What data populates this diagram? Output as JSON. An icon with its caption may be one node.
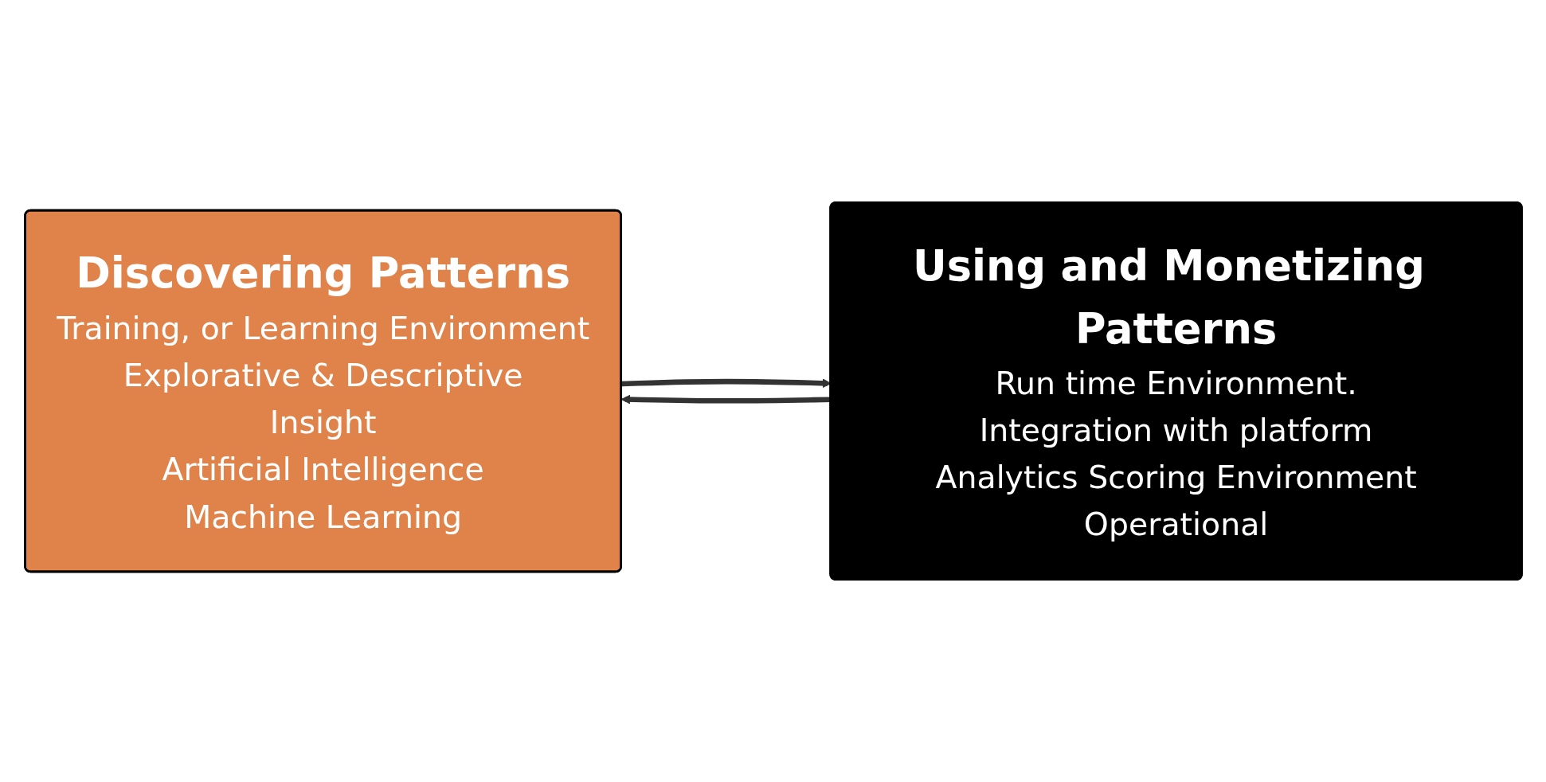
{
  "diagram": {
    "nodes": [
      {
        "text": [
          "Discovering Patterns",
          "Training, or Learning Environment",
          "Explorative & Descriptive",
          "Insight",
          "Artificial Intelligence",
          "Machine Learning"
        ]
      },
      {
        "text": [
          "Using and Monetizing Patterns",
          "Run time Environment.",
          "Integration with platform",
          "Analytics Scoring Environment",
          "Operational"
        ]
      }
    ],
    "edges": [
      {
        "from": 0,
        "to": 1,
        "arrow": "to"
      },
      {
        "from": 1,
        "to": 0,
        "arrow": "to"
      }
    ]
  }
}
